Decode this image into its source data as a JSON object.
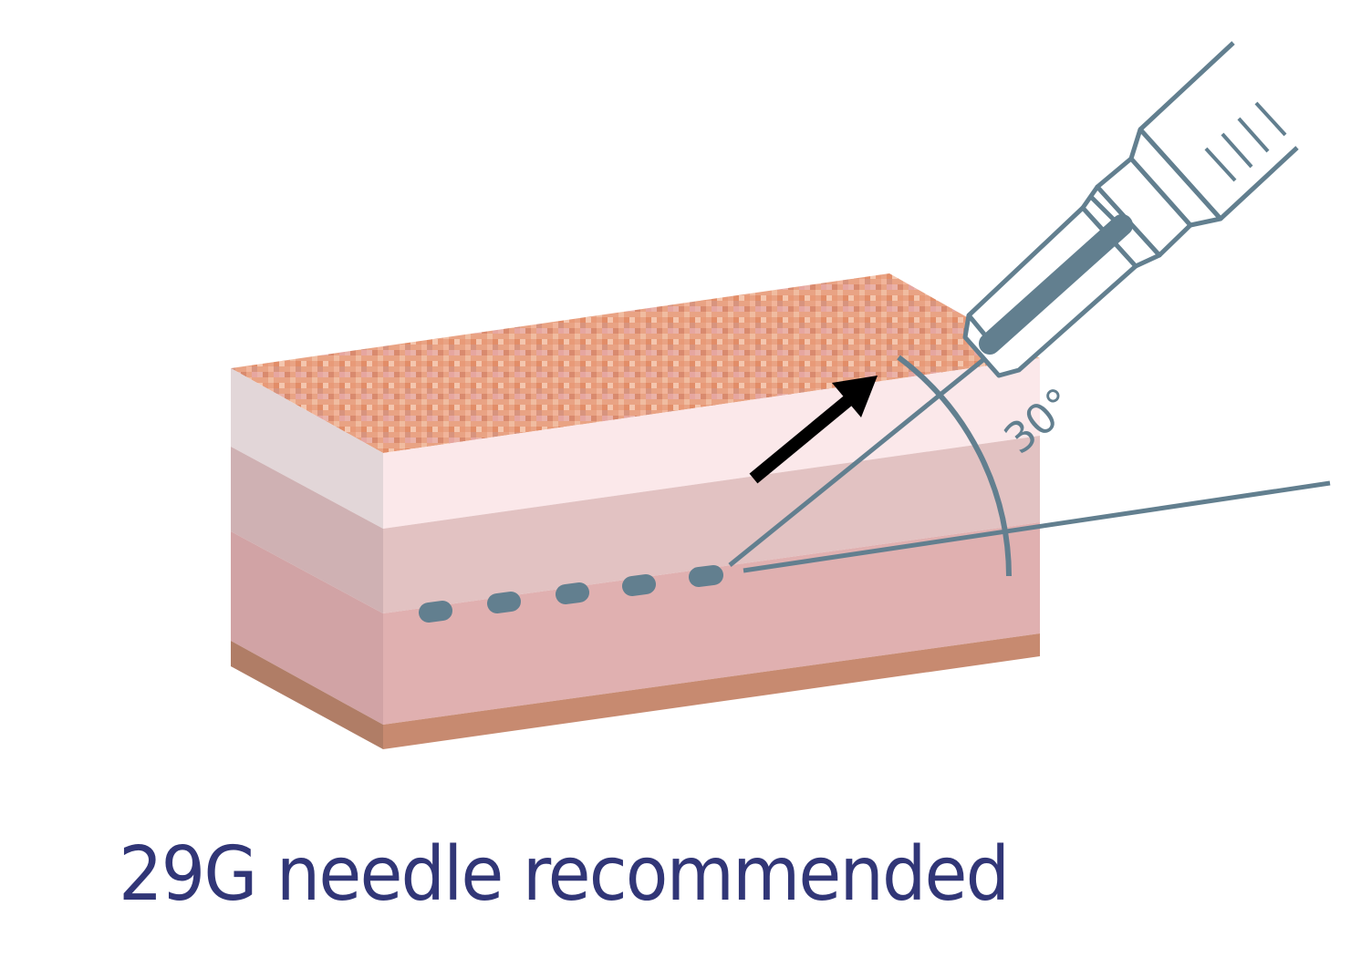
{
  "caption": "29G needle recommended",
  "angle_label": "30°",
  "colors": {
    "caption": "#313677",
    "needle": "#627F8F",
    "arrow": "#000000",
    "skin_top_surface": "#E9A07F",
    "epidermis_front": "#FBE8EA",
    "epidermis_side": "#E2D6D8",
    "dermis_front": "#E2C2C2",
    "dermis_side": "#CFB1B3",
    "subcutis_front": "#E0B0B0",
    "subcutis_side": "#D1A3A5",
    "base_front": "#C78A70",
    "base_side": "#B07D66"
  },
  "elements": {
    "skin_block": "Layered skin cross-section",
    "syringe": "Syringe with needle inserted",
    "angle_arc": "30° injection angle indicator",
    "direction_arrow": "Arrow indicating needle withdrawal direction",
    "injection_track": "Dashed line showing intradermal injection path"
  }
}
